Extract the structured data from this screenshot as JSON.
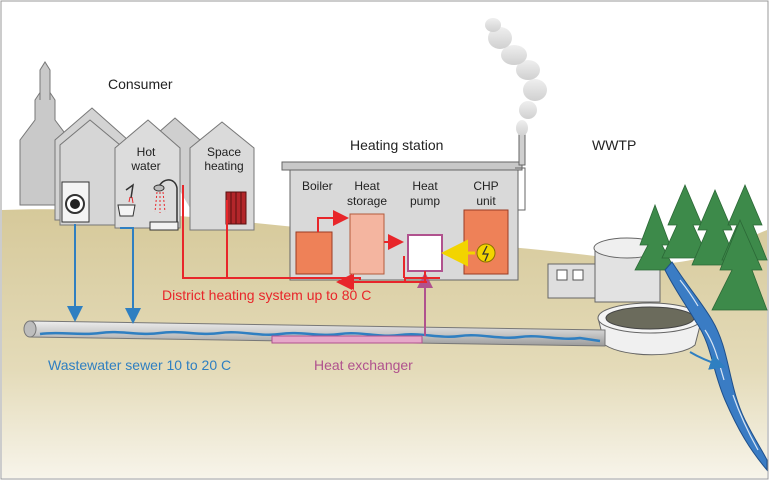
{
  "labels": {
    "consumer": "Consumer",
    "hot_water": [
      "Hot",
      "water"
    ],
    "space_heating": [
      "Space",
      "heating"
    ],
    "heating_station": "Heating station",
    "boiler": "Boiler",
    "heat_storage": [
      "Heat",
      "storage"
    ],
    "heat_pump": [
      "Heat",
      "pump"
    ],
    "chp_unit": [
      "CHP",
      "unit"
    ],
    "wwtp": "WWTP",
    "district_heating": "District heating system up to 80  C",
    "sewer": "Wastewater sewer 10 to 20  C",
    "heat_exchanger": "Heat exchanger"
  },
  "colors": {
    "district_heating": "#e8262a",
    "sewer": "#2f7fc1",
    "heat_exchanger": "#b0528e",
    "ground": "#d8cc9e",
    "sky": "#ffffff",
    "building": "#cfcfcf",
    "boiler": "#ee8158",
    "storage": "#f4b5a0",
    "chp": "#ee8158",
    "tree": "#3d8a4a",
    "river": "#3a7cc4"
  },
  "icons": [
    "washing-machine-icon",
    "sink-icon",
    "shower-icon",
    "radiator-icon",
    "lightning-icon",
    "smokestack-icon",
    "tree-icon"
  ]
}
